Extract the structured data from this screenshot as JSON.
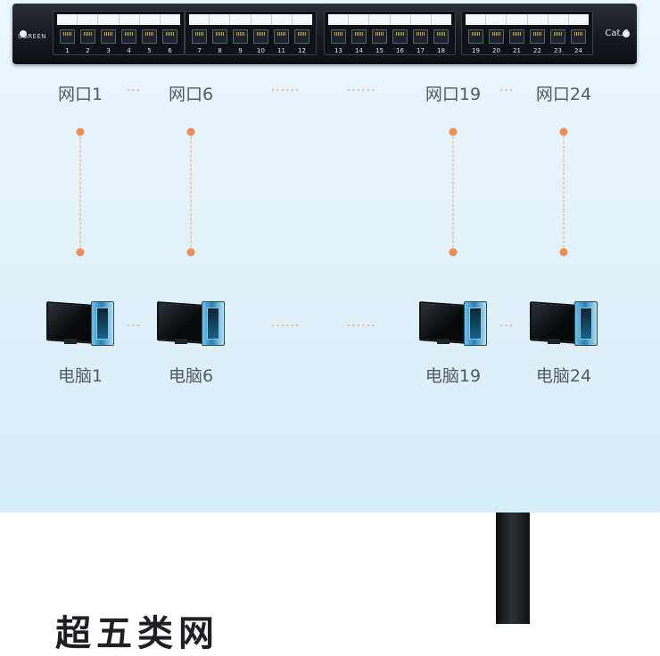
{
  "panel": {
    "brand": "UGREEN",
    "cat_label": "Cat.6",
    "banks": [
      {
        "ports": [
          "1",
          "2",
          "3",
          "4",
          "5",
          "6"
        ]
      },
      {
        "ports": [
          "7",
          "8",
          "9",
          "10",
          "11",
          "12"
        ]
      },
      {
        "ports": [
          "13",
          "14",
          "15",
          "16",
          "17",
          "18"
        ]
      },
      {
        "ports": [
          "19",
          "20",
          "21",
          "22",
          "23",
          "24"
        ]
      }
    ]
  },
  "ports": [
    {
      "label": "网口1"
    },
    {
      "label": "网口6"
    },
    {
      "label": "网口19"
    },
    {
      "label": "网口24"
    }
  ],
  "computers": [
    {
      "label": "电脑1"
    },
    {
      "label": "电脑6"
    },
    {
      "label": "电脑19"
    },
    {
      "label": "电脑24"
    }
  ],
  "ellipsis_short": "···",
  "ellipsis_long": "······",
  "colors": {
    "accent": "#f08c4c",
    "label": "#555a5f",
    "background": "#e3f3f9"
  },
  "headline": "超五类网"
}
